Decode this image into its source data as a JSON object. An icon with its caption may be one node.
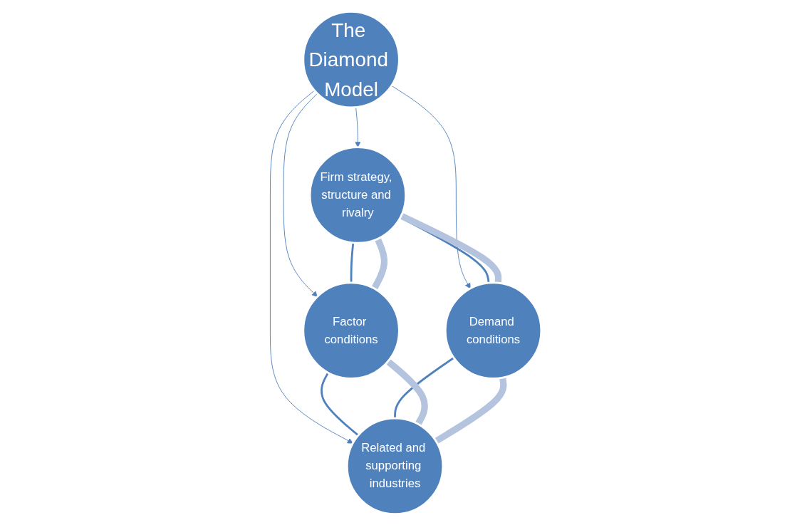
{
  "diagram": {
    "nodes": [
      {
        "text": [
          "Firm strategy, structure and rivalry"
        ]
      },
      {
        "text": [
          "Factor conditions"
        ]
      },
      {
        "text": [
          "The Diamond Model"
        ]
      },
      {
        "text": [
          "Demand conditions"
        ]
      },
      {
        "text": [
          "Related and supporting industries"
        ]
      }
    ],
    "edges": [
      {
        "from": 2,
        "to": 0,
        "arrow": "to"
      },
      {
        "from": 2,
        "to": 1,
        "arrow": "to"
      },
      {
        "from": 2,
        "to": 3,
        "arrow": "to"
      },
      {
        "from": 2,
        "to": 4,
        "arrow": "to"
      },
      {
        "from": 0,
        "to": 1,
        "arrow": "none"
      },
      {
        "from": 0,
        "to": 3,
        "arrow": "none"
      },
      {
        "from": 1,
        "to": 4,
        "arrow": "none"
      },
      {
        "from": 3,
        "to": 4,
        "arrow": "none"
      },
      {
        "from": 0,
        "to": 1,
        "arrow": "none",
        "style": "thick",
        "color": "#b4c4de"
      },
      {
        "from": 0,
        "to": 3,
        "arrow": "none",
        "style": "thick",
        "color": "#b4c4de"
      },
      {
        "from": 1,
        "to": 4,
        "arrow": "none",
        "style": "thick",
        "color": "#b4c4de"
      },
      {
        "from": 3,
        "to": 4,
        "arrow": "none",
        "style": "thick",
        "color": "#b4c4de"
      }
    ]
  }
}
